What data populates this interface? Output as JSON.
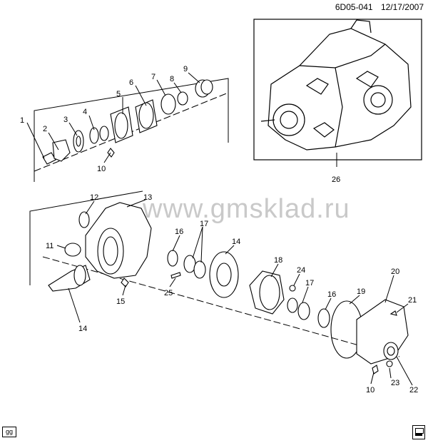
{
  "header": {
    "diagram_code": "6D05-041",
    "date": "12/17/2007"
  },
  "watermark": "www.gmsklad.ru",
  "corner_tag": "gg",
  "callouts": [
    "1",
    "2",
    "3",
    "4",
    "5",
    "6",
    "7",
    "8",
    "9",
    "10",
    "11",
    "12",
    "13",
    "14",
    "16",
    "17",
    "14",
    "18",
    "24",
    "17",
    "16",
    "19",
    "20",
    "21",
    "15",
    "25",
    "14",
    "10",
    "23",
    "22",
    "26"
  ]
}
